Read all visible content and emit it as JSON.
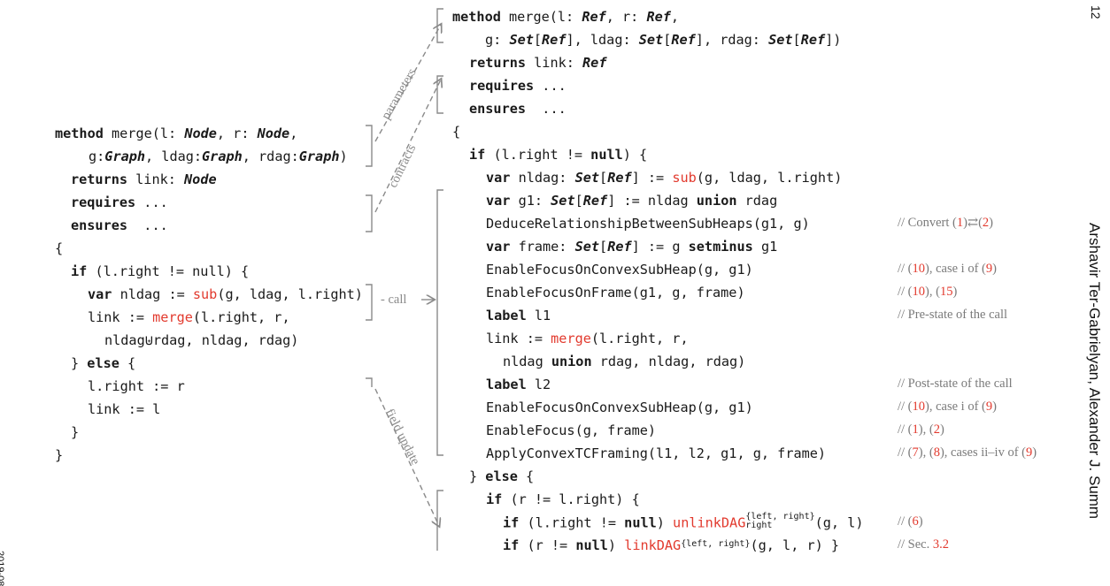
{
  "page_number": "12",
  "running_head": "Arshavir Ter-Gabrielyan, Alexander J. Summ",
  "side_date": "2019-08",
  "labels": {
    "parameters": "parameters",
    "contracts": "contracts",
    "call": "- call",
    "field_update": "field update"
  },
  "left": {
    "l1_kw": "method",
    "l1_a": " merge(l: ",
    "l1_t1": "Node",
    "l1_b": ", r: ",
    "l1_t2": "Node",
    "l1_c": ",",
    "l2_a": "g:",
    "l2_t1": "Graph",
    "l2_b": ", ldag:",
    "l2_t2": "Graph",
    "l2_c": ", rdag:",
    "l2_t3": "Graph",
    "l2_d": ")",
    "l3_kw": "returns",
    "l3_a": " link: ",
    "l3_t": "Node",
    "l4_kw": "requires",
    "l4_a": " ...",
    "l5_kw": "ensures",
    "l5_a": "  ...",
    "l6": "{",
    "l7_kw": "if",
    "l7_a": " (l.right != null) {",
    "l8_kw": "var",
    "l8_a": " nldag := ",
    "l8_r": "sub",
    "l8_b": "(g, ldag, l.right)",
    "l9_a": "link := ",
    "l9_r": "merge",
    "l9_b": "(l.right, r,",
    "l10": "nldag⊎rdag, nldag, rdag)",
    "l11_a": "} ",
    "l11_kw": "else",
    "l11_b": " {",
    "l12": "l.right := r",
    "l13": "link := l",
    "l14": "}",
    "l15": "}"
  },
  "right": {
    "r1_kw": "method",
    "r1_a": " merge(l: ",
    "r1_t1": "Ref",
    "r1_b": ", r: ",
    "r1_t2": "Ref",
    "r1_c": ",",
    "r2_a": "g: ",
    "r2_t1": "Set",
    "r2_b": "[",
    "r2_t2": "Ref",
    "r2_c": "], ldag: ",
    "r2_t3": "Set",
    "r2_d": "[",
    "r2_t4": "Ref",
    "r2_e": "], rdag: ",
    "r2_t5": "Set",
    "r2_f": "[",
    "r2_t6": "Ref",
    "r2_g": "])",
    "r3_kw": "returns",
    "r3_a": " link: ",
    "r3_t": "Ref",
    "r4_kw": "requires",
    "r4_a": " ...",
    "r5_kw": "ensures",
    "r5_a": "  ...",
    "r6": "{",
    "r7_kw": "if",
    "r7_a": " (l.right != ",
    "r7_kw2": "null",
    "r7_b": ") {",
    "r8_kw": "var",
    "r8_a": " nldag: ",
    "r8_t1": "Set",
    "r8_b": "[",
    "r8_t2": "Ref",
    "r8_c": "] := ",
    "r8_r": "sub",
    "r8_d": "(g, ldag, l.right)",
    "r9_kw": "var",
    "r9_a": " g1: ",
    "r9_t1": "Set",
    "r9_b": "[",
    "r9_t2": "Ref",
    "r9_c": "] := nldag ",
    "r9_kw2": "union",
    "r9_d": " rdag",
    "r10": "DeduceRelationshipBetweenSubHeaps(g1, g)",
    "r11_kw": "var",
    "r11_a": " frame: ",
    "r11_t1": "Set",
    "r11_b": "[",
    "r11_t2": "Ref",
    "r11_c": "] := g ",
    "r11_kw2": "setminus",
    "r11_d": " g1",
    "r12": "EnableFocusOnConvexSubHeap(g, g1)",
    "r13": "EnableFocusOnFrame(g1, g, frame)",
    "r14_kw": "label",
    "r14_a": " l1",
    "r15_a": "link := ",
    "r15_r": "merge",
    "r15_b": "(l.right, r,",
    "r16_a": "nldag ",
    "r16_kw": "union",
    "r16_b": " rdag, nldag, rdag)",
    "r17_kw": "label",
    "r17_a": " l2",
    "r18": "EnableFocusOnConvexSubHeap(g, g1)",
    "r19": "EnableFocus(g, frame)",
    "r20": "ApplyConvexTCFraming(l1, l2, g1, g, frame)",
    "r21_a": "} ",
    "r21_kw": "else",
    "r21_b": " {",
    "r22_kw": "if",
    "r22_a": " (r != l.right) {",
    "r23_kw": "if",
    "r23_a": " (l.right != ",
    "r23_kw2": "null",
    "r23_b": ") ",
    "r23_r": "unlinkDAG",
    "r23_sup": "{left, right}",
    "r23_sub": "right",
    "r23_c": "(g, l)",
    "r24_kw": "if",
    "r24_a": " (r != ",
    "r24_kw2": "null",
    "r24_b": ") ",
    "r24_r": "linkDAG",
    "r24_sup": "{left, right}",
    "r24_c": "(g, l, r) }"
  },
  "comments": {
    "c10_a": "// Convert (",
    "c10_r1": "1",
    "c10_b": ")⇄(",
    "c10_r2": "2",
    "c10_c": ")",
    "c12_a": "// (",
    "c12_r1": "10",
    "c12_b": "), case i of (",
    "c12_r2": "9",
    "c12_c": ")",
    "c13_a": "// (",
    "c13_r1": "10",
    "c13_b": "), (",
    "c13_r2": "15",
    "c13_c": ")",
    "c14": "// Pre-state of the call",
    "c17": "// Post-state of the call",
    "c18_a": "// (",
    "c18_r1": "10",
    "c18_b": "), case i of (",
    "c18_r2": "9",
    "c18_c": ")",
    "c19_a": "// (",
    "c19_r1": "1",
    "c19_b": "), (",
    "c19_r2": "2",
    "c19_c": ")",
    "c20_a": "// (",
    "c20_r1": "7",
    "c20_b": "), (",
    "c20_r2": "8",
    "c20_c": "), cases ii–iv of (",
    "c20_r3": "9",
    "c20_d": ")",
    "c23_a": "// (",
    "c23_r1": "6",
    "c23_b": ")",
    "c24_a": "// Sec. ",
    "c24_r1": "3.2"
  },
  "colors": {
    "accent_red": "#e23a2e",
    "gray": "#8a8a8a"
  }
}
